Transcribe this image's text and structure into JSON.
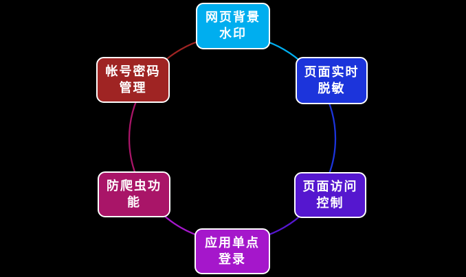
{
  "diagram": {
    "type": "cycle",
    "background_color": "#000000",
    "text_color": "#FFFFFF",
    "node_border_color": "#FFFFFF",
    "nodes": [
      {
        "id": "web-watermark",
        "label": "网页背景水印",
        "lines": [
          "网页背景",
          "水印"
        ],
        "color": "#00AEEF",
        "position": "top"
      },
      {
        "id": "realtime-masking",
        "label": "页面实时脱敏",
        "lines": [
          "页面实时",
          "脱敏"
        ],
        "color": "#1C34DB",
        "position": "top-right"
      },
      {
        "id": "page-access-control",
        "label": "页面访问控制",
        "lines": [
          "页面访问",
          "控制"
        ],
        "color": "#5517CF",
        "position": "bottom-right"
      },
      {
        "id": "app-sso",
        "label": "应用单点登录",
        "lines": [
          "应用单点",
          "登录"
        ],
        "color": "#A517CB",
        "position": "bottom"
      },
      {
        "id": "anti-crawler",
        "label": "防爬虫功能",
        "lines": [
          "防爬虫功",
          "能"
        ],
        "color": "#A91568",
        "position": "bottom-left"
      },
      {
        "id": "account-password",
        "label": "帐号密码管理",
        "lines": [
          "帐号密码",
          "管理"
        ],
        "color": "#9F2423",
        "position": "top-left"
      }
    ],
    "connections": [
      {
        "from": "web-watermark",
        "to": "realtime-masking"
      },
      {
        "from": "realtime-masking",
        "to": "page-access-control"
      },
      {
        "from": "page-access-control",
        "to": "app-sso"
      },
      {
        "from": "app-sso",
        "to": "anti-crawler"
      },
      {
        "from": "anti-crawler",
        "to": "account-password"
      },
      {
        "from": "account-password",
        "to": "web-watermark"
      }
    ]
  }
}
